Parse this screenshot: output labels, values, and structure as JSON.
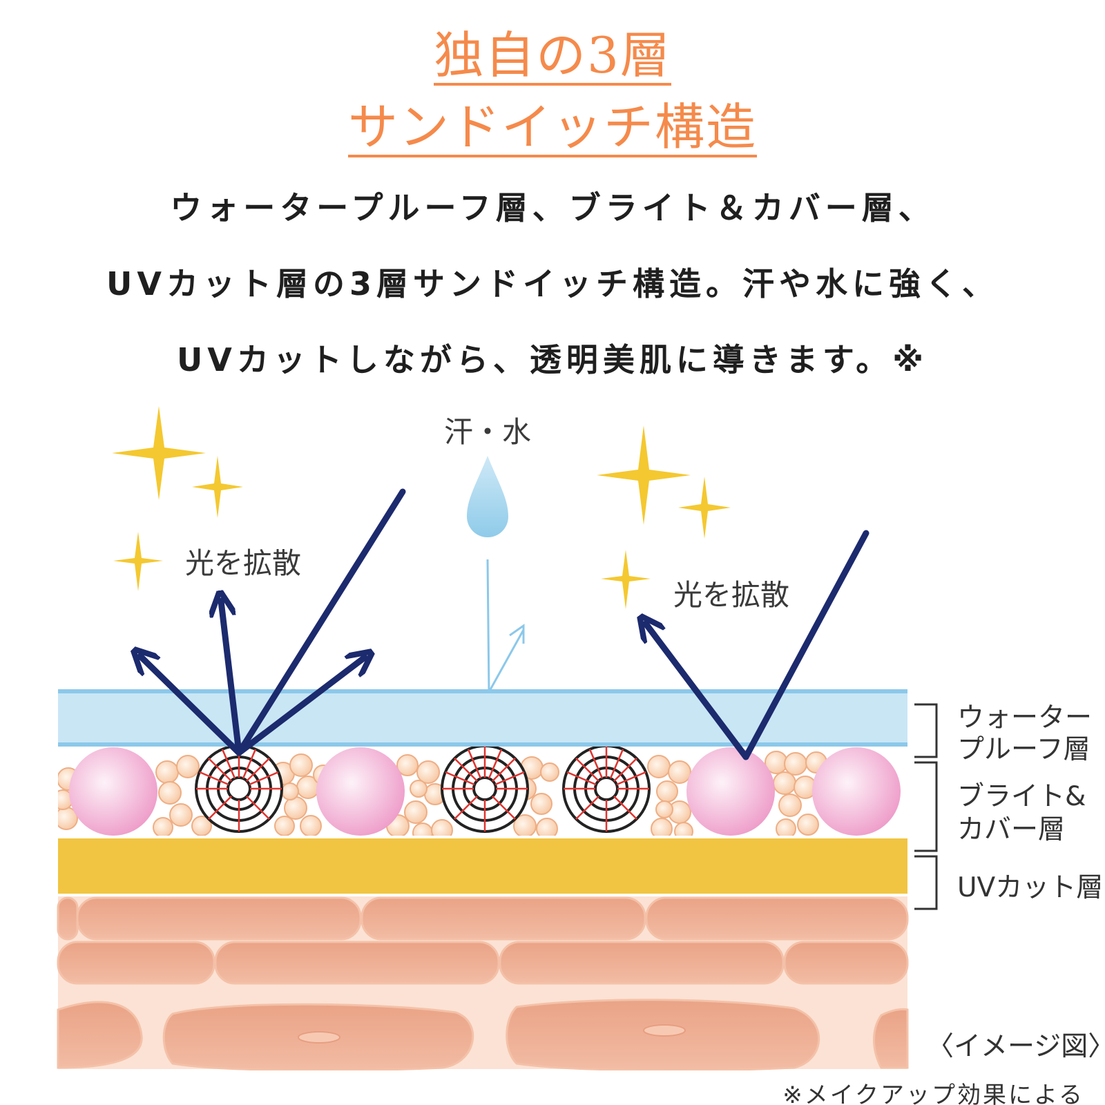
{
  "title": {
    "line1": "独自の3層",
    "line2": "サンドイッチ構造"
  },
  "description": {
    "line1": "ウォータープルーフ層、ブライト＆カバー層、",
    "line2": "UVカット層の3層サンドイッチ構造。汗や水に強く、",
    "line3": "UVカットしながら、透明美肌に導きます。※"
  },
  "diagram": {
    "sweat_label": "汗・水",
    "diffuse_label_left": "光を拡散",
    "diffuse_label_right": "光を拡散",
    "layers": {
      "waterproof_line1": "ウォーター",
      "waterproof_line2": "プルーフ層",
      "bright_line1": "ブライト&",
      "bright_line2": "カバー層",
      "uv": "UVカット層"
    },
    "image_note": "〈イメージ図〉"
  },
  "footnote": "※メイクアップ効果による",
  "colors": {
    "title": "#f58a4b",
    "arrow": "#1c2a6e",
    "water_layer": "#c9e6f5",
    "uv_layer": "#f1c542",
    "pink_sphere": "#f2b8d8",
    "skin": "#e9a184",
    "sparkle": "#f4c830"
  }
}
